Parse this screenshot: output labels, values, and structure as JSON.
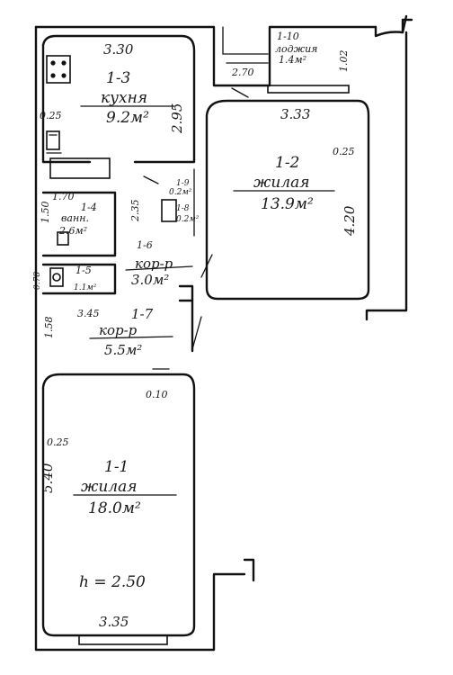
{
  "rooms": {
    "r1_3": {
      "id": "1-3",
      "name": "кухня",
      "area": "9.2м²",
      "width": "3.30",
      "depth": "2.95",
      "wall": "0.25"
    },
    "r1_10": {
      "id": "1-10",
      "name": "лоджия",
      "area": "1.4м²",
      "width": "2.70",
      "depth": "1.02"
    },
    "r1_2": {
      "id": "1-2",
      "name": "жилая",
      "area": "13.9м²",
      "width": "3.33",
      "depth": "4.20",
      "wall": "0.25"
    },
    "r1_4": {
      "id": "1-4",
      "name": "ванн.",
      "area": "2.6м²",
      "width": "1.70",
      "depth": "1.50"
    },
    "r1_9": {
      "id": "1-9",
      "area": "0.2м²"
    },
    "r1_8": {
      "id": "1-8",
      "area": "0.2м²"
    },
    "r1_6": {
      "id": "1-6",
      "name": "кор-р",
      "area": "3.0м²",
      "depth": "2.35"
    },
    "r1_5": {
      "id": "1-5",
      "area": "1.1м²",
      "width": "0.78"
    },
    "r1_7": {
      "id": "1-7",
      "name": "кор-р",
      "area": "5.5м²",
      "width": "3.45",
      "depth": "1.58"
    },
    "r1_1": {
      "id": "1-1",
      "name": "жилая",
      "area": "18.0м²",
      "width": "3.35",
      "depth": "5.40",
      "wall": "0.25",
      "door": "0.10"
    }
  },
  "ceiling_height": "h = 2.50"
}
